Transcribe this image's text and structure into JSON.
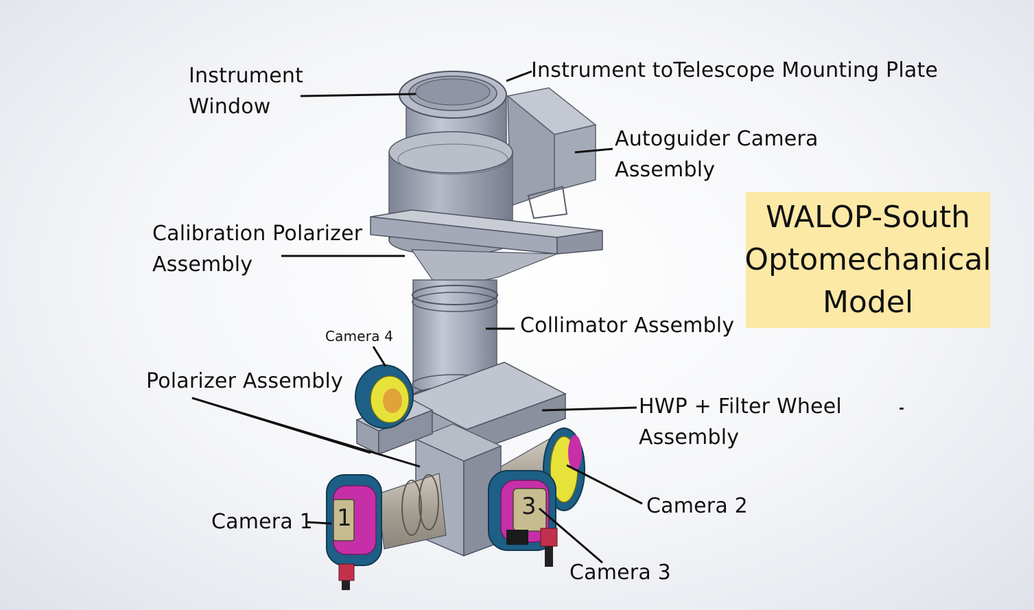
{
  "title": {
    "lines": [
      "WALOP-South",
      "Optomechanical",
      "Model"
    ]
  },
  "labels": {
    "instrument_window": [
      "Instrument",
      "Window"
    ],
    "mounting_plate": "Instrument toTelescope Mounting Plate",
    "autoguider": [
      "Autoguider Camera",
      "Assembly"
    ],
    "calibration_polarizer": [
      "Calibration Polarizer",
      "Assembly"
    ],
    "collimator": "Collimator Assembly",
    "camera_4": "Camera 4",
    "polarizer": "Polarizer Assembly",
    "hwp_filter_wheel": [
      "HWP + Filter Wheel",
      "Assembly"
    ],
    "camera_1": "Camera 1",
    "camera_2": "Camera 2",
    "camera_3": "Camera 3",
    "camera_1_badge": "1",
    "camera_3_badge": "3"
  },
  "colors": {
    "metal": "#a7adbb",
    "metal_dark": "#7c8292",
    "camera_blue": "#1d5f86",
    "magenta": "#c62fa8",
    "yellow": "#e6e23a",
    "connector_red": "#c2304b",
    "title_bg": "#fde9a6"
  }
}
